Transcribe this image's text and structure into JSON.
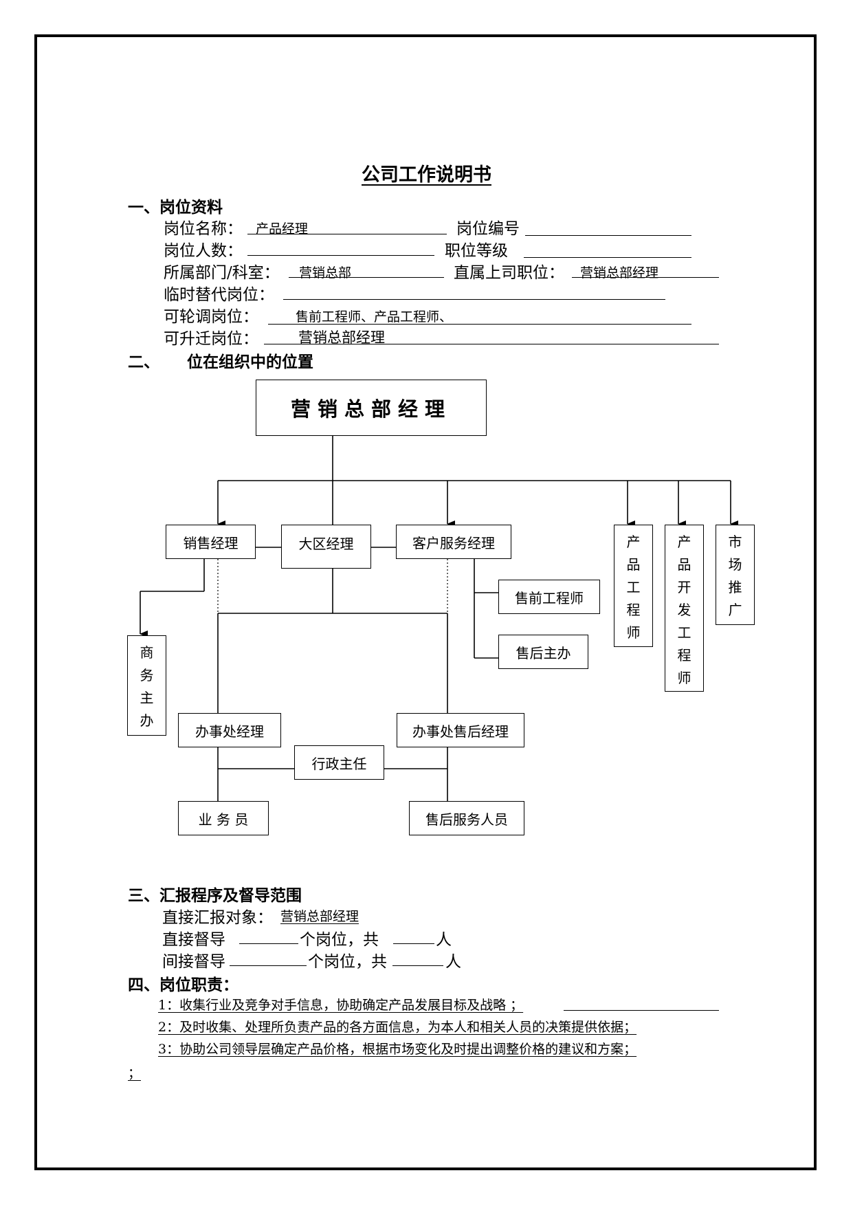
{
  "title": "公司工作说明书",
  "section1": {
    "heading": "一、岗位资料",
    "fields": {
      "post_name_label": "岗位名称：",
      "post_name_value": "产品经理",
      "post_no_label": "岗位编号",
      "headcount_label": "岗位人数：",
      "grade_label": "职位等级",
      "dept_label": "所属部门/科室：",
      "dept_value": "营销总部",
      "superior_label": "直属上司职位：",
      "superior_value": "营销总部经理",
      "temp_label": "临时替代岗位：",
      "rotation_label": "可轮调岗位：",
      "rotation_value": "售前工程师、产品工程师、",
      "promotion_label": "可升迁岗位：",
      "promotion_value": "营销总部经理"
    }
  },
  "section2": {
    "heading_num": "二、",
    "heading_text": "位在组织中的位置",
    "org": {
      "top": "营销总部经理",
      "sales_mgr": "销售经理",
      "region_mgr": "大区经理",
      "cs_mgr": "客户服务经理",
      "product_eng": [
        "产",
        "品",
        "工",
        "程",
        "师"
      ],
      "product_dev": [
        "产",
        "品",
        "开",
        "发",
        "工",
        "程",
        "师"
      ],
      "marketing": [
        "市",
        "场",
        "推",
        "广"
      ],
      "presales": "售前工程师",
      "aftersales_lead": "售后主办",
      "biz_lead": [
        "商",
        "务",
        "主",
        "办"
      ],
      "office_mgr": "办事处经理",
      "office_as_mgr": "办事处售后经理",
      "admin": "行政主任",
      "salesman": "业 务 员",
      "as_staff": "售后服务人员"
    }
  },
  "section3": {
    "heading": "三、汇报程序及督导范围",
    "direct_report_label": "直接汇报对象：",
    "direct_report_value": "营销总部经理",
    "direct_sup_prefix": "直接督导",
    "indirect_sup_prefix": "间接督导",
    "posts_suffix": "个岗位，共",
    "person_unit": "人"
  },
  "section4": {
    "heading": "四、岗位职责：",
    "duties": [
      "1：收集行业及竞争对手信息，协助确定产品发展目标及战略 ；",
      "2：及时收集、处理所负责产品的各方面信息，为本人和相关人员的决策提供依据；",
      "3：协助公司领导层确定产品价格，根据市场变化及时提出调整价格的建议和方案；"
    ],
    "trailing": "；"
  }
}
